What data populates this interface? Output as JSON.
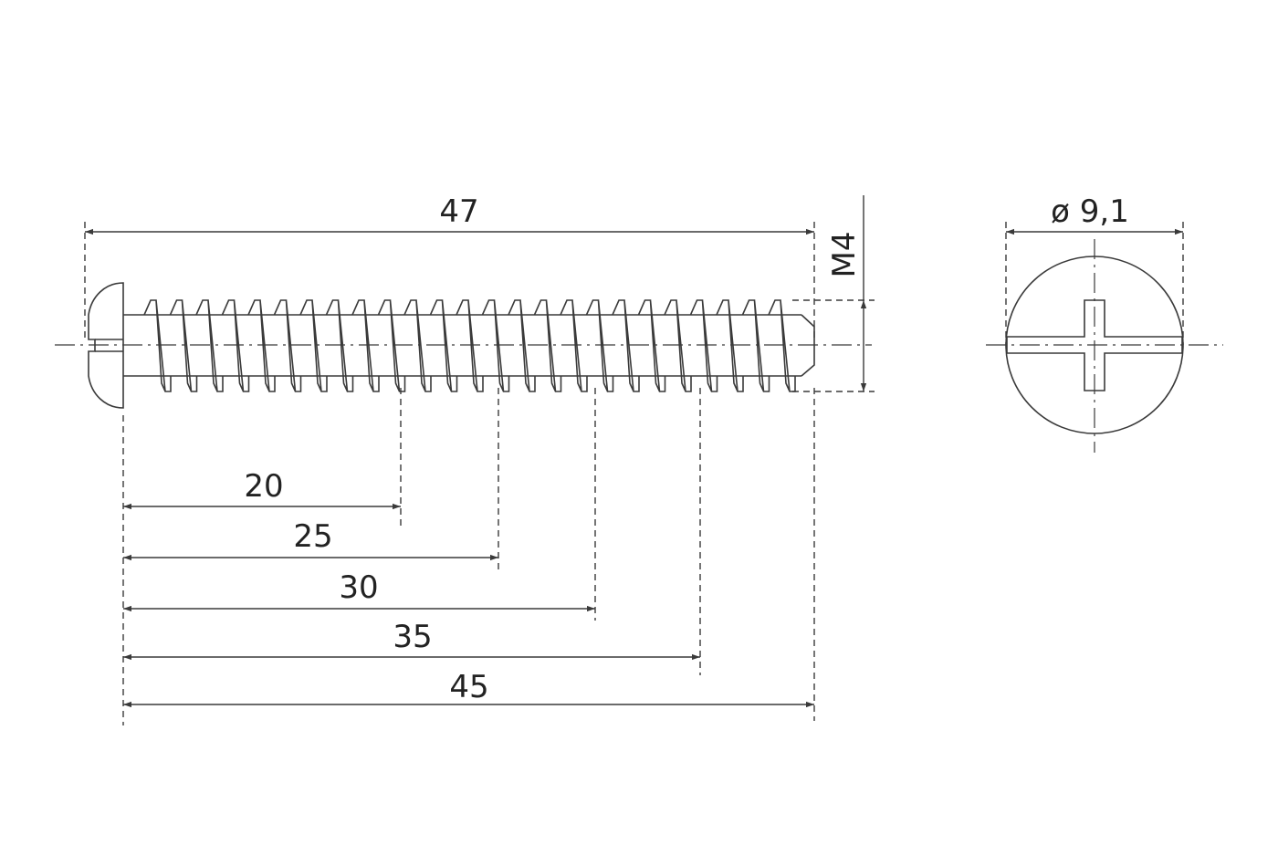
{
  "drawing": {
    "ink_color": "#3a3a3a",
    "background_color": "#ffffff",
    "dimensions": {
      "overall_length": "47",
      "thread_size": "M4",
      "head_diameter": "ø 9,1",
      "length_20": "20",
      "length_25": "25",
      "length_30": "30",
      "length_35": "35",
      "length_45": "45"
    }
  }
}
